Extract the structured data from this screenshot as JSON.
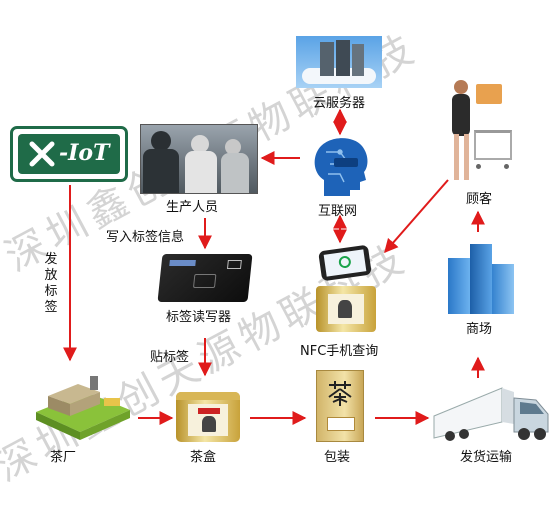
{
  "logo": {
    "text": "-IoT"
  },
  "labels": {
    "cloud_server": "云服务器",
    "internet": "互联网",
    "customer": "顾客",
    "production_staff": "生产人员",
    "write_tag_info": "写入标签信息",
    "issue_tags": "发放标签",
    "tag_reader": "标签读写器",
    "attach_tags": "贴标签",
    "nfc_query": "NFC手机查询",
    "mall": "商场",
    "tea_factory": "茶厂",
    "tea_box": "茶盒",
    "packaging": "包装",
    "shipping": "发货运输"
  },
  "watermark": {
    "line1": "深圳鑫创天源物联科技",
    "line2": "深圳鑫创天源物联科技"
  },
  "colors": {
    "arrow": "#e01b1b",
    "logo_green": "#1f6b48"
  }
}
